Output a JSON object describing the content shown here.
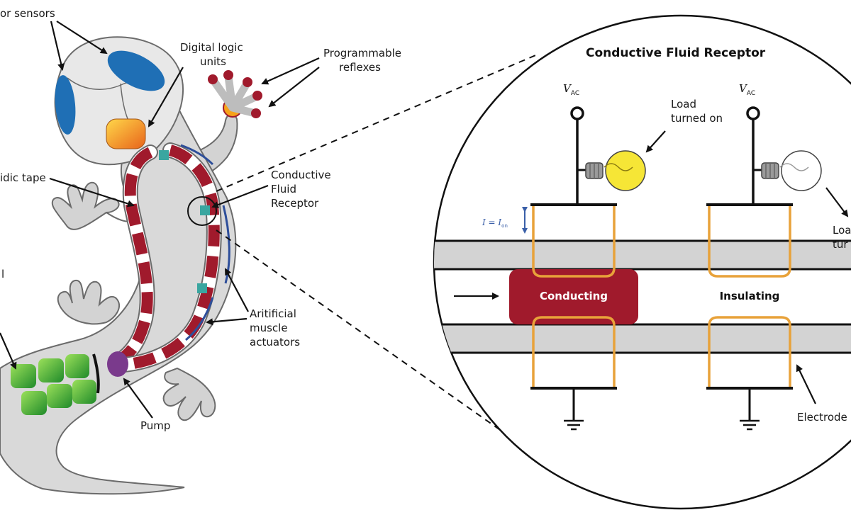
{
  "gecko": {
    "labels": {
      "sensors": "or sensors",
      "logic_1": "Digital logic",
      "logic_2": "units",
      "reflex_1": "Programmable",
      "reflex_2": "reflexes",
      "tape": "idic tape",
      "receptor_1": "Conductive",
      "receptor_2": "Fluid",
      "receptor_3": "Receptor",
      "left_fragment": "l",
      "muscle_1": "Aritificial",
      "muscle_2": "muscle",
      "muscle_3": "actuators",
      "pump": "Pump"
    },
    "colors": {
      "body": "#d9d9d9",
      "head": "#e4e4e4",
      "eye": "#1f6fb5",
      "logic": "#f5a623",
      "tape": "#a01a2c",
      "muscle": "#2d4e9a",
      "pump": "#7a3a8c",
      "battery": "#4fb83a",
      "receptor_node": "#3aa6a0"
    }
  },
  "receptor": {
    "title": "Conductive Fluid Receptor",
    "v_symbol": "V",
    "v_sub": "AC",
    "current_symbol": "I = I",
    "current_sub": "on",
    "load_on_1": "Load",
    "load_on_2": "turned on",
    "load_off_1": "Loa",
    "load_off_2": "tur",
    "conducting": "Conducting",
    "insulating": "Insulating",
    "electrode": "Electrode",
    "colors": {
      "channel": "#d3d3d3",
      "electrode": "#e8a23a",
      "fluid": "#a01a2c",
      "bulb_on": "#f6e636",
      "current_arrow": "#3a5fa8"
    }
  }
}
